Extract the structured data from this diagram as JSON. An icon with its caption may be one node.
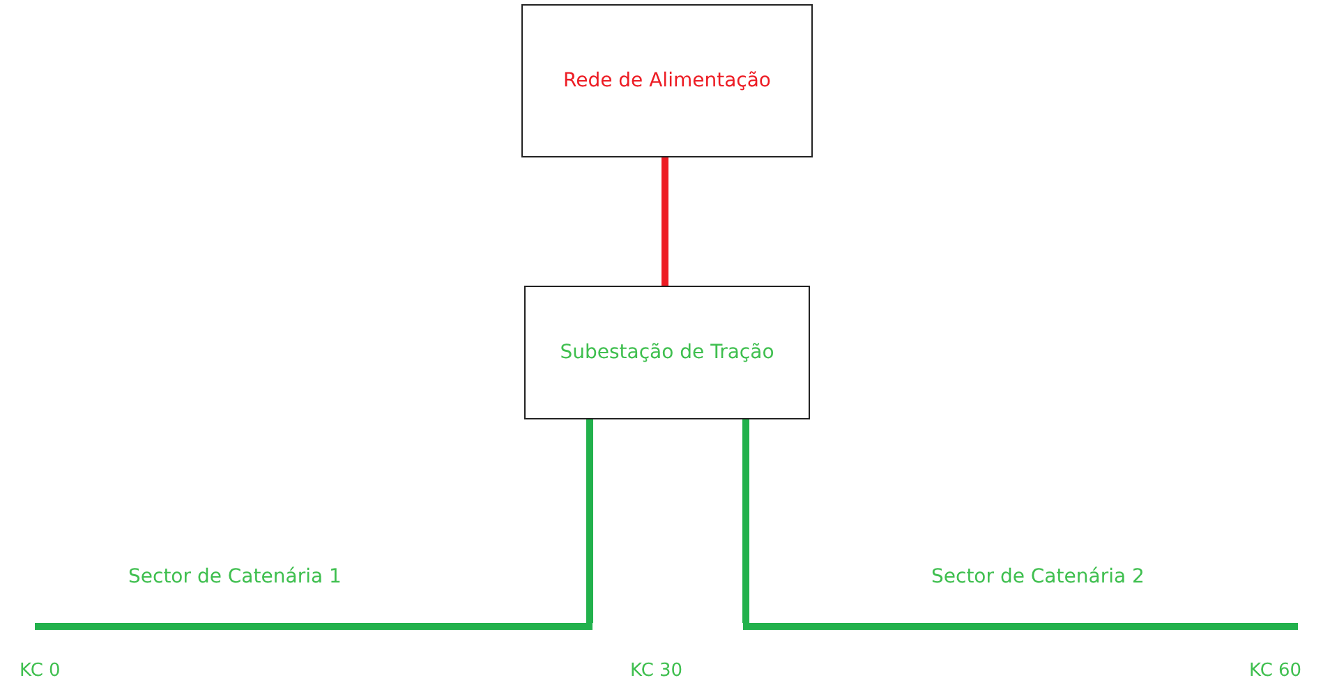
{
  "diagram": {
    "nodes": [
      {
        "text": [
          "Rede de Alimentação"
        ]
      },
      {
        "text": [
          "Subestação de Tração"
        ]
      },
      {
        "text": [],
        "shape": "bar",
        "beside": [
          "Sector de Catenária 1"
        ]
      },
      {
        "text": [],
        "shape": "bar",
        "beside": [
          "Sector de Catenária 2"
        ]
      }
    ],
    "edges": [
      {
        "from": 0,
        "to": 1,
        "arrow": "none",
        "color": "#ed1c24"
      },
      {
        "from": 1,
        "to": 2,
        "arrow": "none"
      },
      {
        "from": 1,
        "to": 3,
        "arrow": "none"
      }
    ],
    "labels": [
      "KC 0",
      "KC 30",
      "KC 60"
    ]
  }
}
